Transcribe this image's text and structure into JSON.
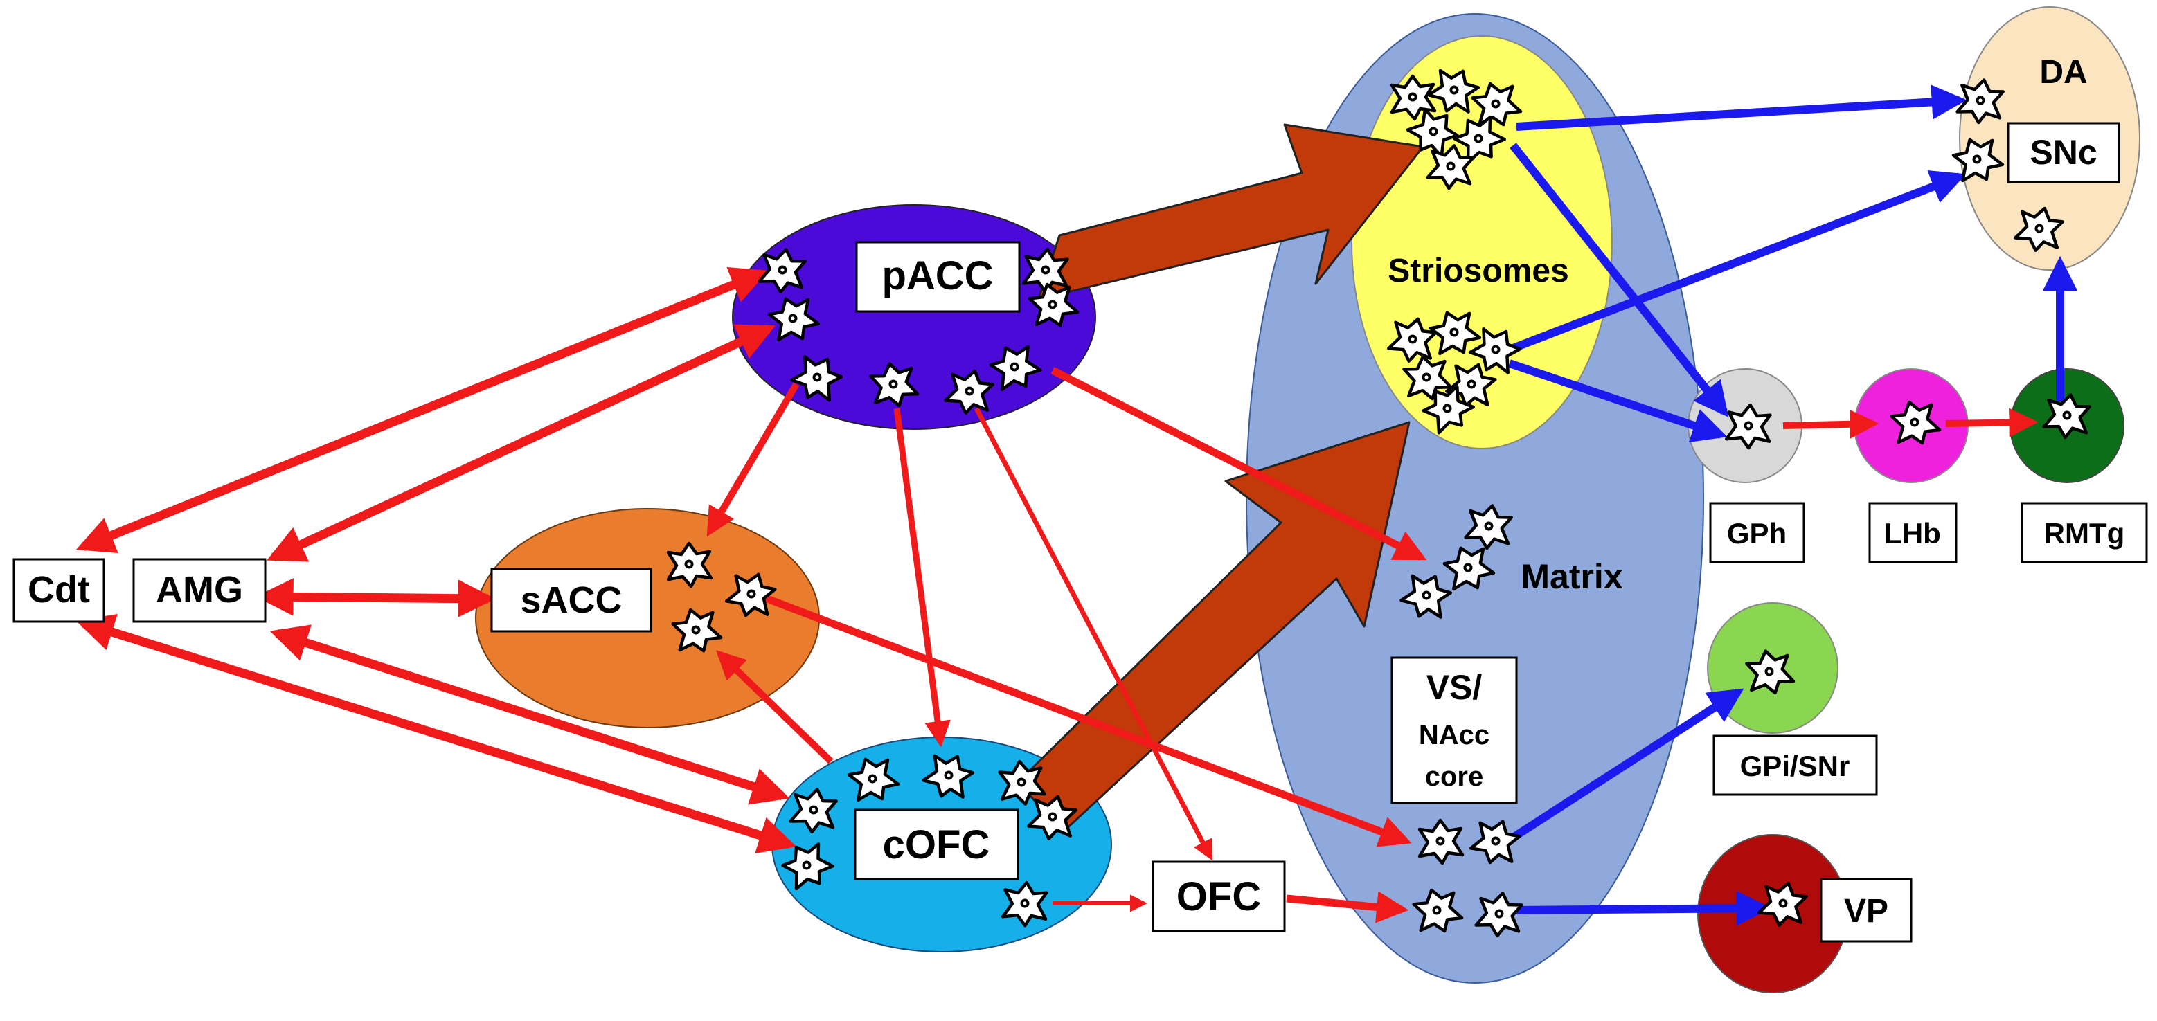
{
  "colors": {
    "pacc": "#4b0ad8",
    "sacc": "#ea7c2e",
    "cofc": "#15b0ea",
    "vs": "#8fa9dc",
    "striosomes": "#ffff66",
    "da": "#fbe4c0",
    "gph": "#d8d8d8",
    "lhb": "#ee22dd",
    "rmtg": "#0d6e1a",
    "gpi": "#8ad650",
    "vp": "#b00a0a",
    "red_arrow": "#f01a1a",
    "blue_arrow": "#1a1aee",
    "big_arrow": "#c23a0a"
  },
  "labels": {
    "cdt": "Cdt",
    "amg": "AMG",
    "sacc": "sACC",
    "pacc": "pACC",
    "cofc": "cOFC",
    "ofc": "OFC",
    "striosomes": "Striosomes",
    "matrix": "Matrix",
    "vs_line1": "VS/",
    "vs_line2": "NAcc",
    "vs_line3": "core",
    "da": "DA",
    "snc": "SNc",
    "gph": "GPh",
    "lhb": "LHb",
    "rmtg": "RMTg",
    "gpi_snr": "GPi/SNr",
    "vp": "VP"
  }
}
